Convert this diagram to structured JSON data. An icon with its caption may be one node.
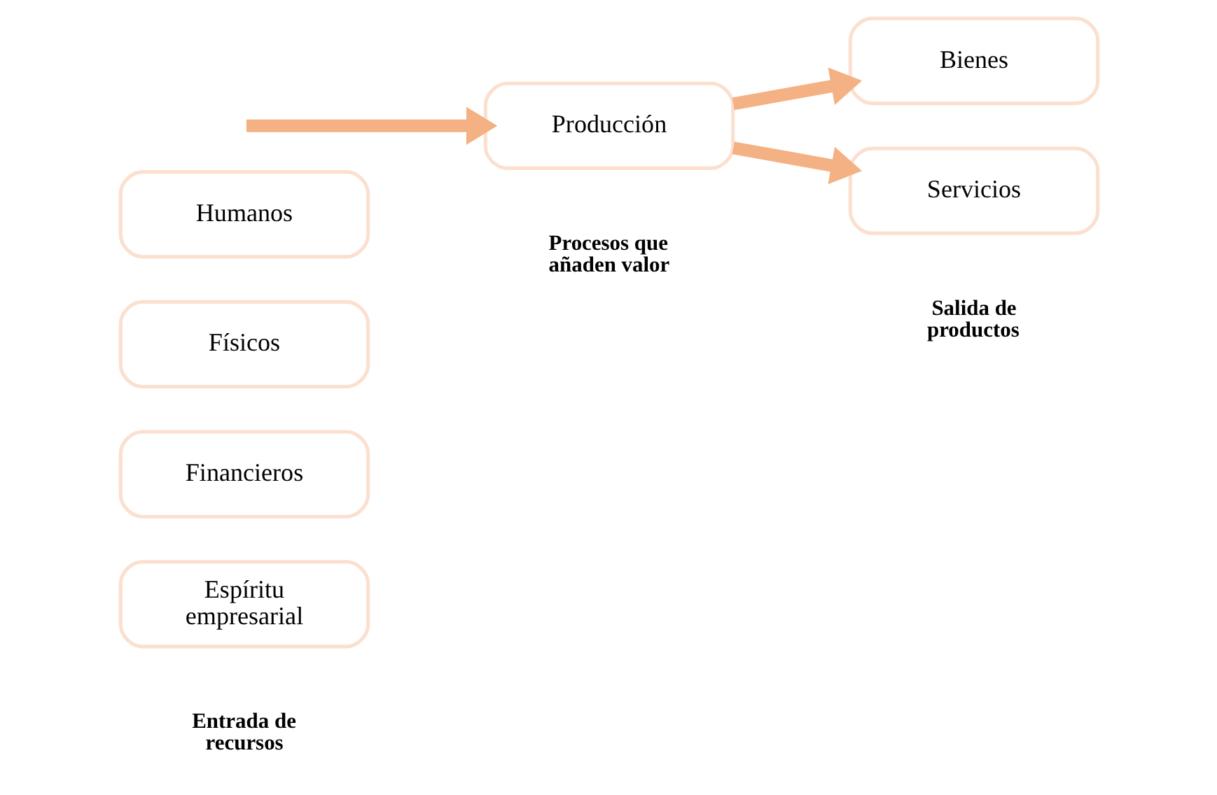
{
  "diagram": {
    "nodes": [
      {
        "text": [
          "Humanos"
        ]
      },
      {
        "text": [
          "Físicos"
        ]
      },
      {
        "text": [
          "Financieros"
        ]
      },
      {
        "text": [
          "Espíritu empresarial"
        ]
      },
      {
        "text": [
          "Producción"
        ]
      },
      {
        "text": [
          "Bienes"
        ]
      },
      {
        "text": [
          "Servicios"
        ]
      }
    ],
    "edges": [
      {
        "from": null,
        "to": 4,
        "arrow": "to"
      },
      {
        "from": 4,
        "to": 5,
        "arrow": "to"
      },
      {
        "from": 4,
        "to": 6,
        "arrow": "to"
      }
    ],
    "labels": [
      "Entrada de recursos",
      "Procesos que añaden valor",
      "Salida de productos"
    ]
  }
}
